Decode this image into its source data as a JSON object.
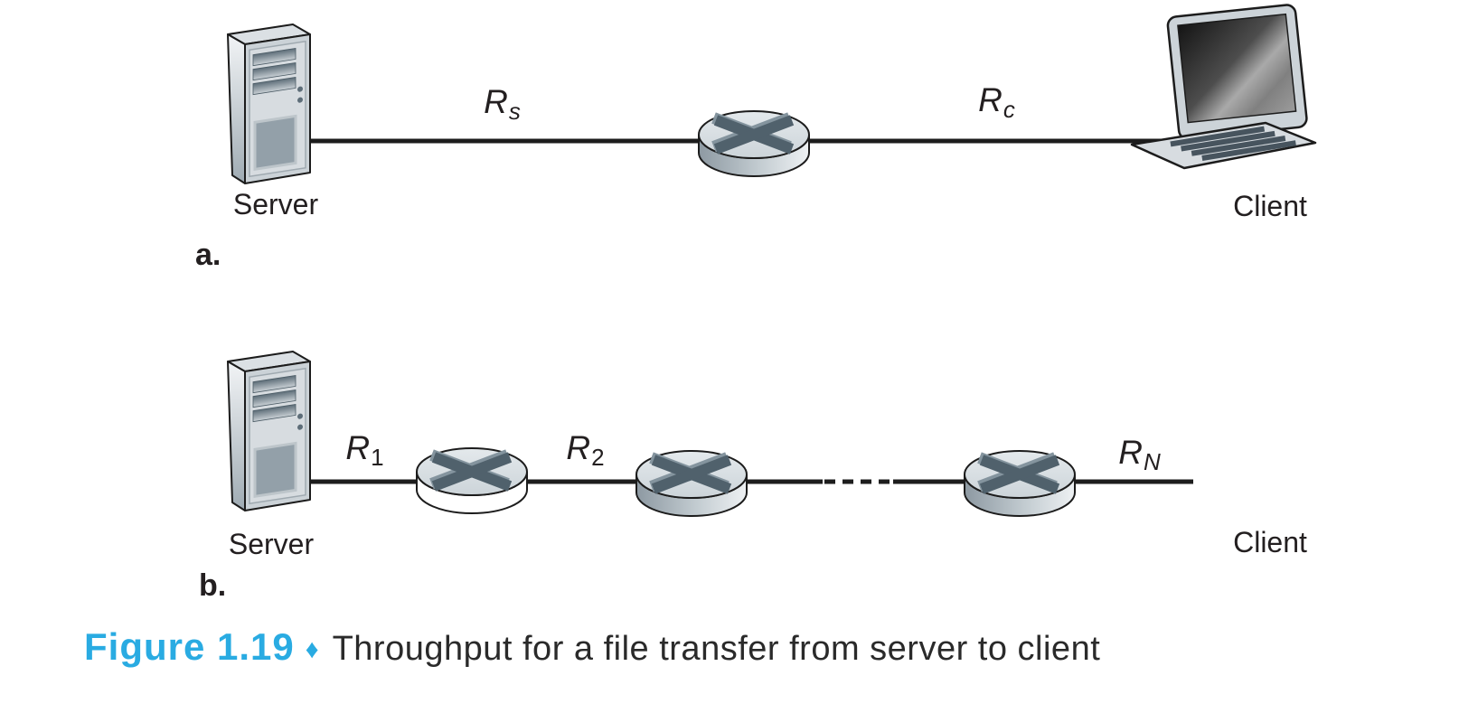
{
  "panel_a": {
    "id_label": "a.",
    "server_label": "Server",
    "client_label": "Client",
    "link_server_router": {
      "symbol": "R",
      "subscript": "s"
    },
    "link_router_client": {
      "symbol": "R",
      "subscript": "c"
    }
  },
  "panel_b": {
    "id_label": "b.",
    "server_label": "Server",
    "client_label": "Client",
    "link_labels": [
      {
        "symbol": "R",
        "subscript": "1"
      },
      {
        "symbol": "R",
        "subscript": "2"
      },
      {
        "symbol": "R",
        "subscript": "N"
      }
    ]
  },
  "caption": {
    "figure_number": "Figure 1.19",
    "separator": "♦",
    "text": "Throughput for a file transfer from server to client"
  },
  "icons": {
    "server": "server-tower-icon",
    "router": "router-icon",
    "router_variant": "router-icon-white-base",
    "client": "desktop-client-icon",
    "continuation": "dashed-ellipsis-line"
  },
  "colors": {
    "accent_cyan": "#29abe2",
    "text_black": "#231f20",
    "link_line": "#1d1d1d",
    "router_top": "#d9dfe4",
    "router_x": "#50616c"
  }
}
